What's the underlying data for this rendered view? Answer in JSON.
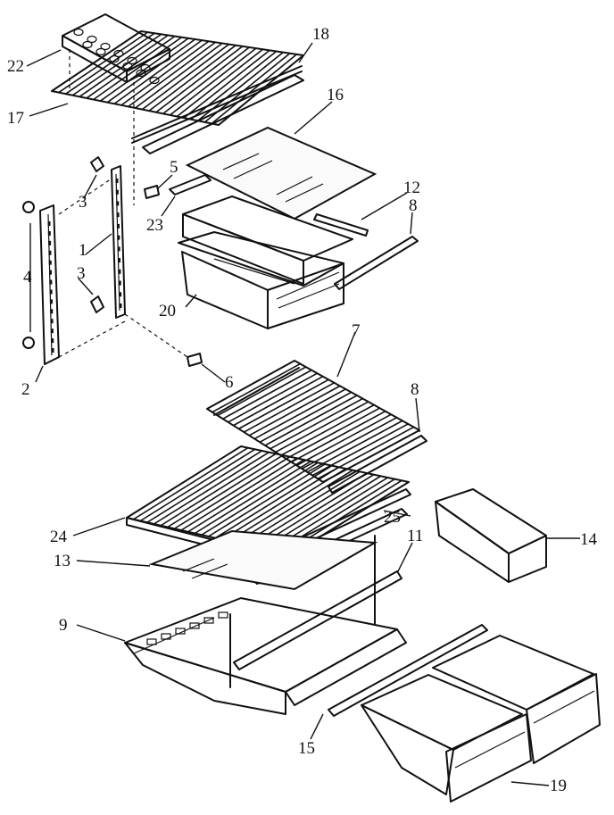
{
  "callouts": [
    {
      "id": "c22",
      "text": "22"
    },
    {
      "id": "c17",
      "text": "17"
    },
    {
      "id": "c18",
      "text": "18"
    },
    {
      "id": "c16",
      "text": "16"
    },
    {
      "id": "c5",
      "text": "5"
    },
    {
      "id": "c3a",
      "text": "3"
    },
    {
      "id": "c23",
      "text": "23"
    },
    {
      "id": "c12",
      "text": "12"
    },
    {
      "id": "c8a",
      "text": "8"
    },
    {
      "id": "c1",
      "text": "1"
    },
    {
      "id": "c4",
      "text": "4"
    },
    {
      "id": "c3b",
      "text": "3"
    },
    {
      "id": "c20",
      "text": "20"
    },
    {
      "id": "c2",
      "text": "2"
    },
    {
      "id": "c6",
      "text": "6"
    },
    {
      "id": "c7",
      "text": "7"
    },
    {
      "id": "c8b",
      "text": "8"
    },
    {
      "id": "c24",
      "text": "24"
    },
    {
      "id": "c25",
      "text": "25"
    },
    {
      "id": "c14",
      "text": "14"
    },
    {
      "id": "c13",
      "text": "13"
    },
    {
      "id": "c11",
      "text": "11"
    },
    {
      "id": "c9",
      "text": "9"
    },
    {
      "id": "c15",
      "text": "15"
    },
    {
      "id": "c19",
      "text": "19"
    }
  ]
}
